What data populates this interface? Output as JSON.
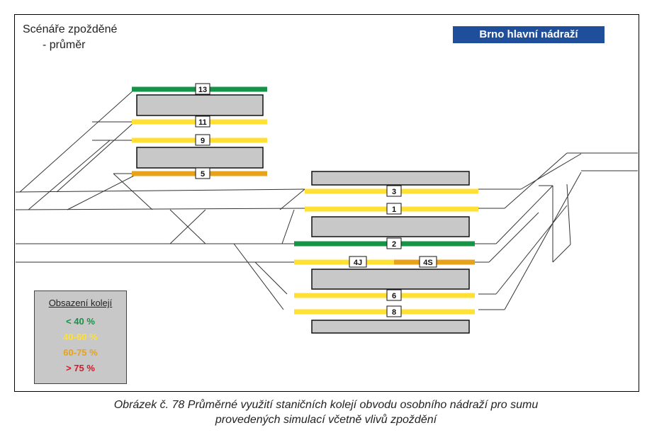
{
  "scenario_title": [
    "Scénáře zpožděné",
    "- průměr"
  ],
  "station_name": "Brno hlavní nádraží",
  "colors": {
    "green": "#159447",
    "yellow": "#ffe033",
    "orange": "#e8a21a",
    "red": "#d8172b",
    "platform_fill": "#c8c8c8",
    "header_blue": "#1f4e9a"
  },
  "legend": {
    "title": "Obsazení kolejí",
    "items": [
      {
        "label": "< 40 %",
        "color": "#159447"
      },
      {
        "label": "40-60 %",
        "color": "#ffe033"
      },
      {
        "label": "60-75 %",
        "color": "#e8a21a"
      },
      {
        "label": "> 75 %",
        "color": "#d8172b"
      }
    ]
  },
  "tracks": [
    {
      "label": "13",
      "occupancy_class": "< 40 %",
      "color": "#159447"
    },
    {
      "label": "11",
      "occupancy_class": "40-60 %",
      "color": "#ffe033"
    },
    {
      "label": "9",
      "occupancy_class": "40-60 %",
      "color": "#ffe033"
    },
    {
      "label": "5",
      "occupancy_class": "60-75 %",
      "color": "#e8a21a"
    },
    {
      "label": "3",
      "occupancy_class": "40-60 %",
      "color": "#ffe033"
    },
    {
      "label": "1",
      "occupancy_class": "40-60 %",
      "color": "#ffe033"
    },
    {
      "label": "2",
      "occupancy_class": "< 40 %",
      "color": "#159447"
    },
    {
      "label": "4J",
      "occupancy_class": "40-60 %",
      "color": "#ffe033"
    },
    {
      "label": "4S",
      "occupancy_class": "60-75 %",
      "color": "#e8a21a"
    },
    {
      "label": "6",
      "occupancy_class": "40-60 %",
      "color": "#ffe033"
    },
    {
      "label": "8",
      "occupancy_class": "40-60 %",
      "color": "#ffe033"
    }
  ],
  "caption": [
    "Obrázek č. 78 Průměrné využití staničních kolejí obvodu osobního nádraží pro sumu",
    "provedených simulací včetně vlivů zpoždění"
  ]
}
